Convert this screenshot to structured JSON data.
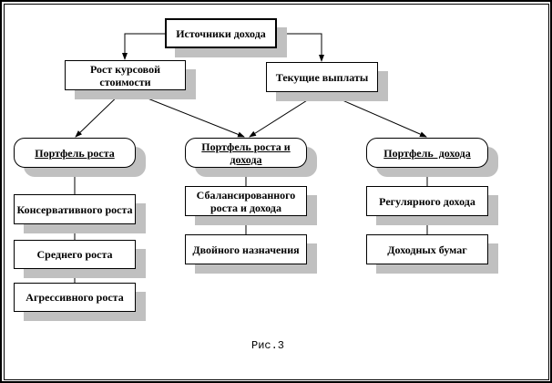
{
  "root": "Источники дохода",
  "level1": [
    "Рост курсовой стоимости",
    "Текущие выплаты"
  ],
  "portfolios": [
    {
      "title": "Портфель роста",
      "items": [
        "Консервативного роста",
        "Среднего роста",
        "Агрессивного роста"
      ]
    },
    {
      "title": "Портфель роста и дохода",
      "items": [
        "Сбалансированного роста и дохода",
        "Двойного назначения"
      ]
    },
    {
      "title": "Портфель  дохода",
      "items": [
        "Регулярного дохода",
        "Доходных бумаг"
      ]
    }
  ],
  "caption": "Рис.3"
}
